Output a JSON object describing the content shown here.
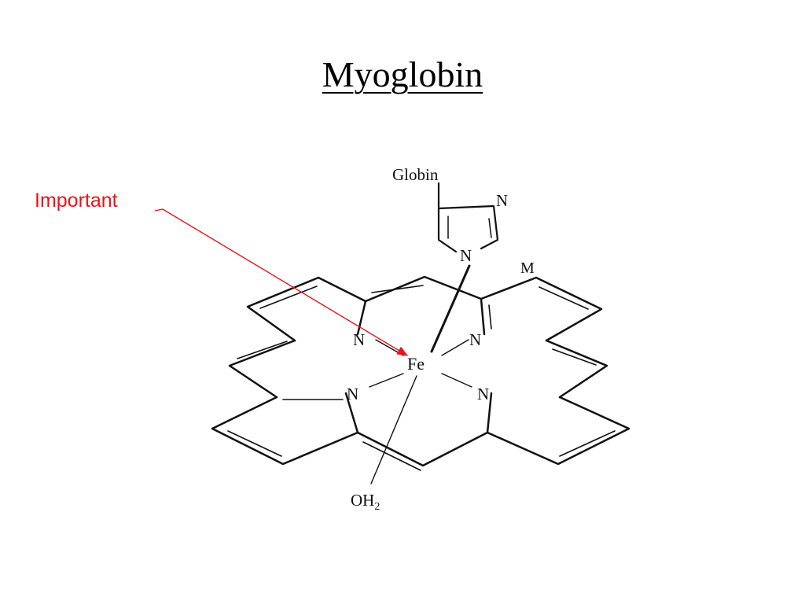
{
  "slide": {
    "title": "Myoglobin",
    "callout": {
      "label": "Important",
      "color": "#e8141c"
    }
  },
  "molecule": {
    "atoms": {
      "fe": "Fe",
      "n_pyrrole": "N",
      "n_imidazole": "N",
      "globin": "Globin",
      "meso": "M",
      "water_oh": "OH",
      "water_sub": "2"
    }
  },
  "colors": {
    "ink": "#111111",
    "accent": "#e8141c",
    "background": "#ffffff"
  }
}
